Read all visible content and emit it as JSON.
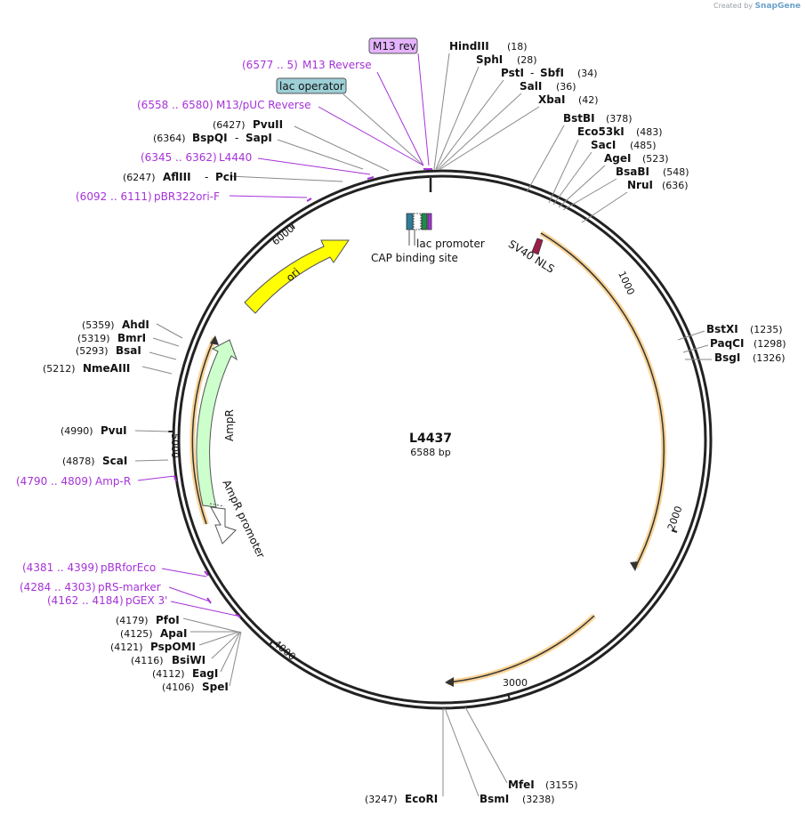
{
  "credit": {
    "prefix": "Created by",
    "brand": "SnapGene"
  },
  "plasmid": {
    "name": "L4437",
    "size": "6588 bp"
  },
  "ticks": [
    "1000",
    "2000",
    "3000",
    "4000",
    "5000",
    "6000"
  ],
  "features": {
    "ori": "ori",
    "ampr": "AmpR",
    "ampr_promoter": "AmpR promoter",
    "sv40": "SV40 NLS",
    "lac_promoter": "lac promoter",
    "cap": "CAP binding site",
    "m13rev_box": "M13 rev",
    "lac_operator_box": "lac operator"
  },
  "sites": [
    {
      "name": "HindIII",
      "pos": "(18)"
    },
    {
      "name": "SphI",
      "pos": "(28)"
    },
    {
      "name": "PstI",
      "name2": "SbfI",
      "pos": "(34)"
    },
    {
      "name": "SalI",
      "pos": "(36)"
    },
    {
      "name": "XbaI",
      "pos": "(42)"
    },
    {
      "name": "BstBI",
      "pos": "(378)"
    },
    {
      "name": "Eco53kI",
      "pos": "(483)"
    },
    {
      "name": "SacI",
      "pos": "(485)"
    },
    {
      "name": "AgeI",
      "pos": "(523)"
    },
    {
      "name": "BsaBI",
      "pos": "(548)"
    },
    {
      "name": "NruI",
      "pos": "(636)"
    },
    {
      "name": "BstXI",
      "pos": "(1235)"
    },
    {
      "name": "PaqCI",
      "pos": "(1298)"
    },
    {
      "name": "BsgI",
      "pos": "(1326)"
    },
    {
      "name": "MfeI",
      "pos": "(3155)"
    },
    {
      "name": "BsmI",
      "pos": "(3238)"
    },
    {
      "name": "EcoRI",
      "pos": "(3247)"
    },
    {
      "name": "SpeI",
      "pos": "(4106)"
    },
    {
      "name": "EagI",
      "pos": "(4112)"
    },
    {
      "name": "BsiWI",
      "pos": "(4116)"
    },
    {
      "name": "PspOMI",
      "pos": "(4121)"
    },
    {
      "name": "ApaI",
      "pos": "(4125)"
    },
    {
      "name": "PfoI",
      "pos": "(4179)"
    },
    {
      "name": "NmeAIII",
      "pos": "(5212)"
    },
    {
      "name": "BsaI",
      "pos": "(5293)"
    },
    {
      "name": "BmrI",
      "pos": "(5319)"
    },
    {
      "name": "AhdI",
      "pos": "(5359)"
    },
    {
      "name": "PvuI",
      "pos": "(4990)"
    },
    {
      "name": "ScaI",
      "pos": "(4878)"
    },
    {
      "name": "AflIII",
      "name2": "PciI",
      "pos": "(6247)"
    },
    {
      "name": "BspQI",
      "name2": "SapI",
      "pos": "(6364)"
    },
    {
      "name": "PvuII",
      "pos": "(6427)"
    }
  ],
  "primers": [
    {
      "name": "M13 Reverse",
      "range": "(6577 .. 5)"
    },
    {
      "name": "M13/pUC Reverse",
      "range": "(6558 .. 6580)"
    },
    {
      "name": "L4440",
      "range": "(6345 .. 6362)"
    },
    {
      "name": "pBR322ori-F",
      "range": "(6092 .. 6111)"
    },
    {
      "name": "Amp-R",
      "range": "(4790 .. 4809)"
    },
    {
      "name": "pBRforEco",
      "range": "(4381 .. 4399)"
    },
    {
      "name": "pRS-marker",
      "range": "(4284 .. 4303)"
    },
    {
      "name": "pGEX 3'",
      "range": "(4162 .. 4184)"
    }
  ],
  "colors": {
    "primer": "#a632d8",
    "ori": "#ffff00",
    "ampr": "#ccffcc",
    "orf": "#f5b041",
    "sv40": "#9b1d4a",
    "lac_operator": "#9ccfd6",
    "m13_box": "#e5b3ff",
    "cap_site": "#2e7d9a",
    "lac_promoter_mark": "#1f8a4c"
  }
}
